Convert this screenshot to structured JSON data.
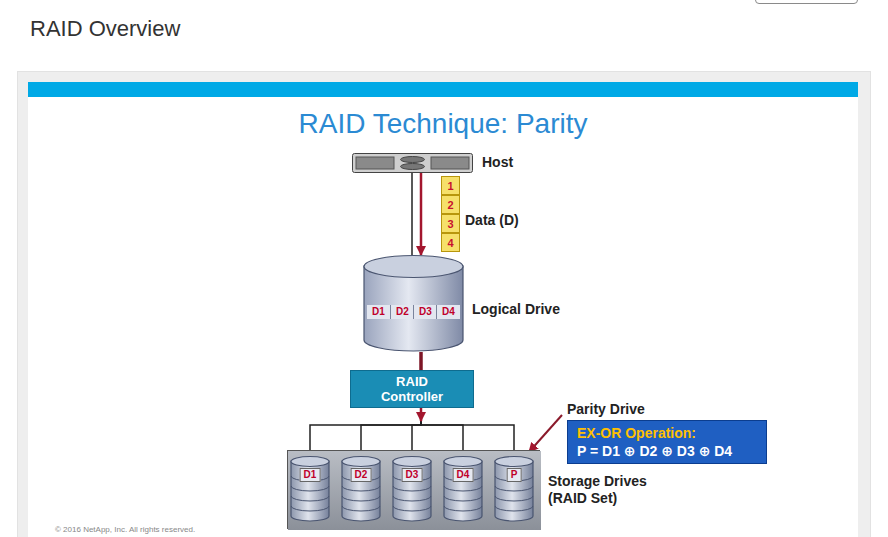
{
  "diagram": {
    "title": "RAID Technique: Parity",
    "nodes": [
      {
        "text": [
          "Host"
        ]
      },
      {
        "text": [
          "1"
        ]
      },
      {
        "text": [
          "2"
        ]
      },
      {
        "text": [
          "3"
        ]
      },
      {
        "text": [
          "4"
        ]
      },
      {
        "text": [
          "D1",
          "D2",
          "D3",
          "D4",
          "Logical Drive"
        ]
      },
      {
        "text": [
          "RAID Controller"
        ]
      },
      {
        "text": [
          "Storage Drives (RAID Set)"
        ]
      },
      {
        "text": [
          "D1"
        ],
        "in": 7
      },
      {
        "text": [
          "D2"
        ],
        "in": 7
      },
      {
        "text": [
          "D3"
        ],
        "in": 7
      },
      {
        "text": [
          "D4"
        ],
        "in": 7
      },
      {
        "text": [
          "P"
        ],
        "in": 7
      },
      {
        "text": [
          "EX-OR Operation:",
          "P = D1 ⊕ D2 ⊕ D3 ⊕ D4"
        ]
      }
    ],
    "edges": [
      {
        "from": 0,
        "to": 5,
        "arrow": "to"
      },
      {
        "from": 5,
        "to": 6,
        "arrow": "none"
      },
      {
        "from": 6,
        "to": 8,
        "arrow": "none"
      },
      {
        "from": 6,
        "to": 9,
        "arrow": "none"
      },
      {
        "from": 6,
        "to": 10,
        "arrow": "none"
      },
      {
        "from": 6,
        "to": 11,
        "arrow": "none"
      },
      {
        "from": 6,
        "to": 12,
        "arrow": "none"
      }
    ],
    "labels": [
      "RAID Overview",
      "Data (D)",
      "Parity Drive",
      "© 2016 NetApp, Inc. All rights reserved."
    ]
  }
}
